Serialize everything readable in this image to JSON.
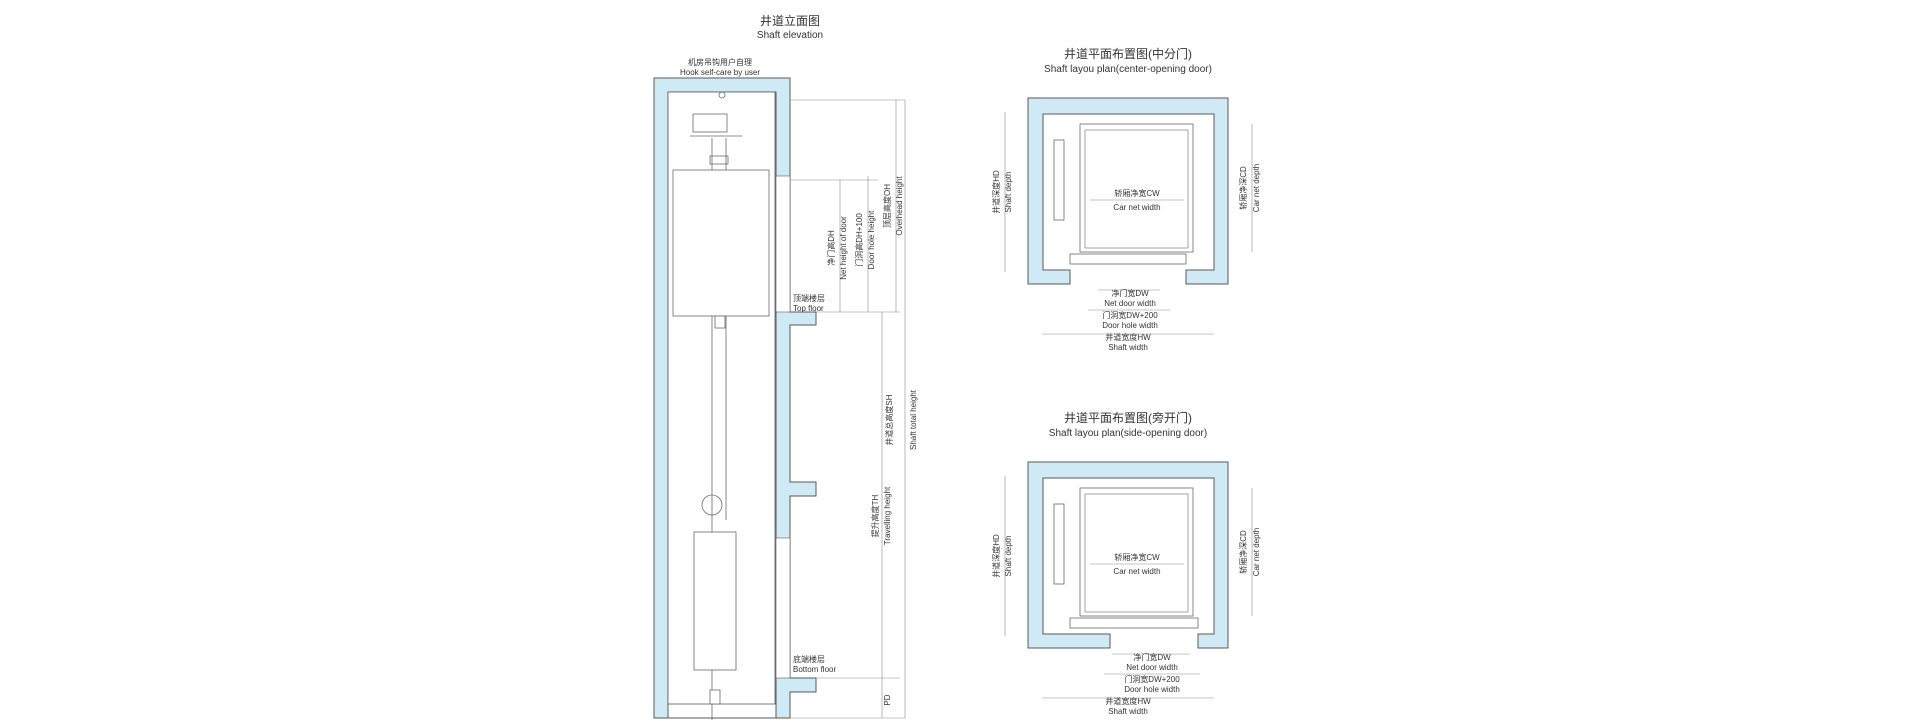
{
  "elevation": {
    "title_cn": "井道立面图",
    "title_en": "Shaft elevation",
    "hook_cn": "机房吊钩用户自理",
    "hook_en": "Hook self-care by user",
    "door_height_cn": "净门高DH",
    "door_height_en": "Net height of door",
    "door_hole_cn": "门洞高DH+100",
    "door_hole_en": "Door hole height",
    "overhead_cn": "顶层高度OH",
    "overhead_en": "Overhead height",
    "top_floor_cn": "顶端楼层",
    "top_floor_en": "Top floor",
    "shaft_total_cn": "井道总高度SH",
    "shaft_total_en": "Shaft total height",
    "travel_cn": "提升高度TH",
    "travel_en": "Travelling height",
    "bottom_floor_cn": "底端楼层",
    "bottom_floor_en": "Bottom floor",
    "pit": "PD"
  },
  "plan_center": {
    "title_cn": "井道平面布置图(中分门)",
    "title_en": "Shaft layou plan(center-opening door)",
    "shaft_depth_cn": "井道深度HD",
    "shaft_depth_en": "Shaft depth",
    "car_depth_cn": "轿厢净深CD",
    "car_depth_en": "Car net depth",
    "car_width_cn": "轿厢净宽CW",
    "car_width_en": "Car net width",
    "door_width_cn": "净门宽DW",
    "door_width_en": "Net door width",
    "door_hole_cn": "门洞宽DW+200",
    "door_hole_en": "Door hole width",
    "shaft_width_cn": "井道宽度HW",
    "shaft_width_en": "Shaft width"
  },
  "plan_side": {
    "title_cn": "井道平面布置图(旁开门)",
    "title_en": "Shaft layou plan(side-opening door)",
    "shaft_depth_cn": "井道深度HD",
    "shaft_depth_en": "Shaft depth",
    "car_depth_cn": "轿厢净深CD",
    "car_depth_en": "Car net depth",
    "car_width_cn": "轿厢净宽CW",
    "car_width_en": "Car net width",
    "door_width_cn": "净门宽DW",
    "door_width_en": "Net door width",
    "door_hole_cn": "门洞宽DW+200",
    "door_hole_en": "Door hole width",
    "shaft_width_cn": "井道宽度HW",
    "shaft_width_en": "Shaft width"
  },
  "colors": {
    "wall": "#cfe9f5",
    "line": "#6a6a6a"
  }
}
